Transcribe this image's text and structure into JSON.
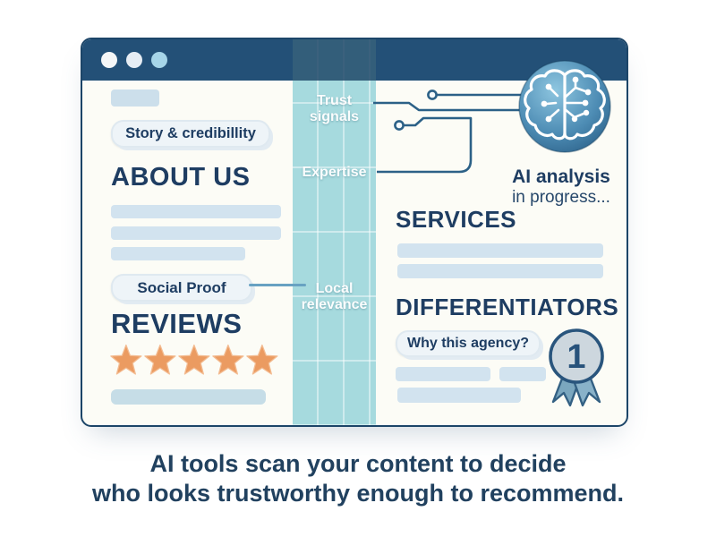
{
  "window": {
    "controls": {
      "count": 3
    },
    "left_column": {
      "story_badge": "Story & credibillity",
      "about_heading": "ABOUT US",
      "social_badge": "Social Proof",
      "reviews_heading": "REVIEWS",
      "star_rating": 5
    },
    "band": {
      "labels": {
        "trust": "Trust signals",
        "expertise": "Expertise",
        "local": "Local relevance"
      }
    },
    "right_column": {
      "ai_status_line1": "AI analysis",
      "ai_status_line2": "in progress...",
      "services_heading": "SERVICES",
      "differentiators_heading": "DIFFERENTIATORS",
      "why_badge": "Why this agency?",
      "medal_number": "1"
    }
  },
  "caption": {
    "line1": "AI tools scan your content to decide",
    "line2": "who looks trustworthy enough to recommend."
  },
  "icons": {
    "brain": "ai-brain-icon",
    "medal": "first-place-medal-icon",
    "stars": "five-star-rating"
  },
  "colors": {
    "titlebar_navy": "#235077",
    "heading_navy": "#1e3d62",
    "scan_band_teal": "#a6dade",
    "star_orange": "#eb9b61",
    "placeholder_blue": "#d2e3ef",
    "circuit_blue": "#2c6187",
    "caption_navy": "#21415f"
  }
}
